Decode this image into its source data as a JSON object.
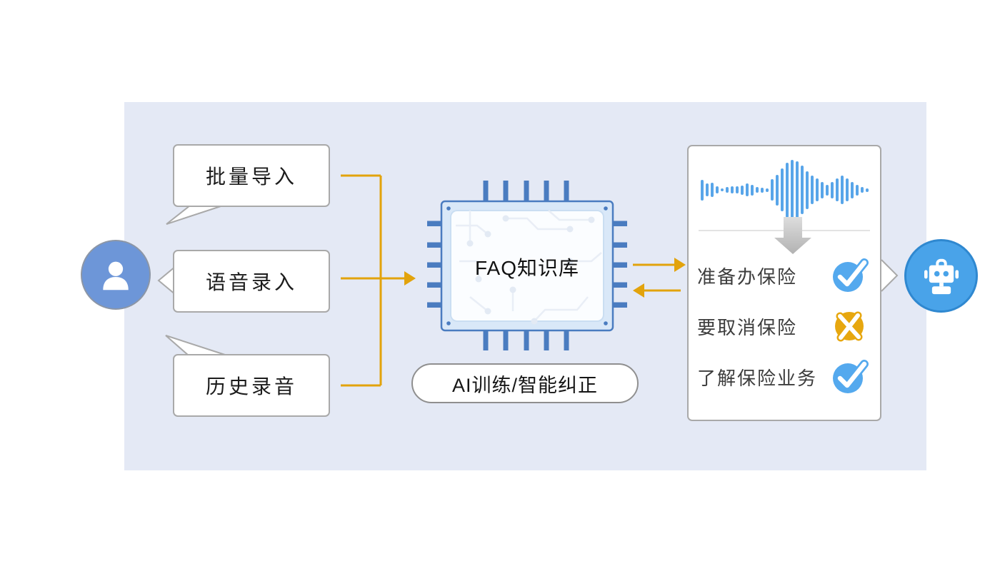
{
  "diagram_title": "FAQ knowledge base voice training flow",
  "actors": {
    "user": {
      "icon": "user-icon",
      "color": "#6d96d8"
    },
    "bot": {
      "icon": "robot-icon",
      "color": "#49a3e9"
    }
  },
  "input_bubbles": [
    {
      "label": "批量导入"
    },
    {
      "label": "语音录入"
    },
    {
      "label": "历史录音"
    }
  ],
  "chip": {
    "label": "FAQ知识库"
  },
  "pill": {
    "label": "AI训练/智能纠正"
  },
  "right_card": {
    "waveform": {
      "color": "#58a5e9",
      "heights": [
        0.34,
        0.22,
        0.24,
        0.12,
        0.05,
        0.1,
        0.12,
        0.12,
        0.16,
        0.22,
        0.18,
        0.1,
        0.08,
        0.06,
        0.36,
        0.51,
        0.71,
        0.92,
        1.0,
        0.95,
        0.81,
        0.63,
        0.48,
        0.38,
        0.27,
        0.18,
        0.27,
        0.38,
        0.48,
        0.38,
        0.27,
        0.18,
        0.1,
        0.06
      ]
    },
    "items": [
      {
        "label": "准备办保险",
        "status": "accepted",
        "icon": "check-icon"
      },
      {
        "label": "要取消保险",
        "status": "rejected",
        "icon": "cross-icon"
      },
      {
        "label": "了解保险业务",
        "status": "accepted",
        "icon": "check-icon"
      }
    ]
  },
  "colors": {
    "panel_bg": "#e4e9f5",
    "arrow_orange": "#e2a30c",
    "chip_blue": "#4a7cc0",
    "chip_fill": "#d9e8f8",
    "check_blue": "#54a9ee",
    "cross_orange": "#e7a70f",
    "bubble_border": "#a9a9a9"
  }
}
